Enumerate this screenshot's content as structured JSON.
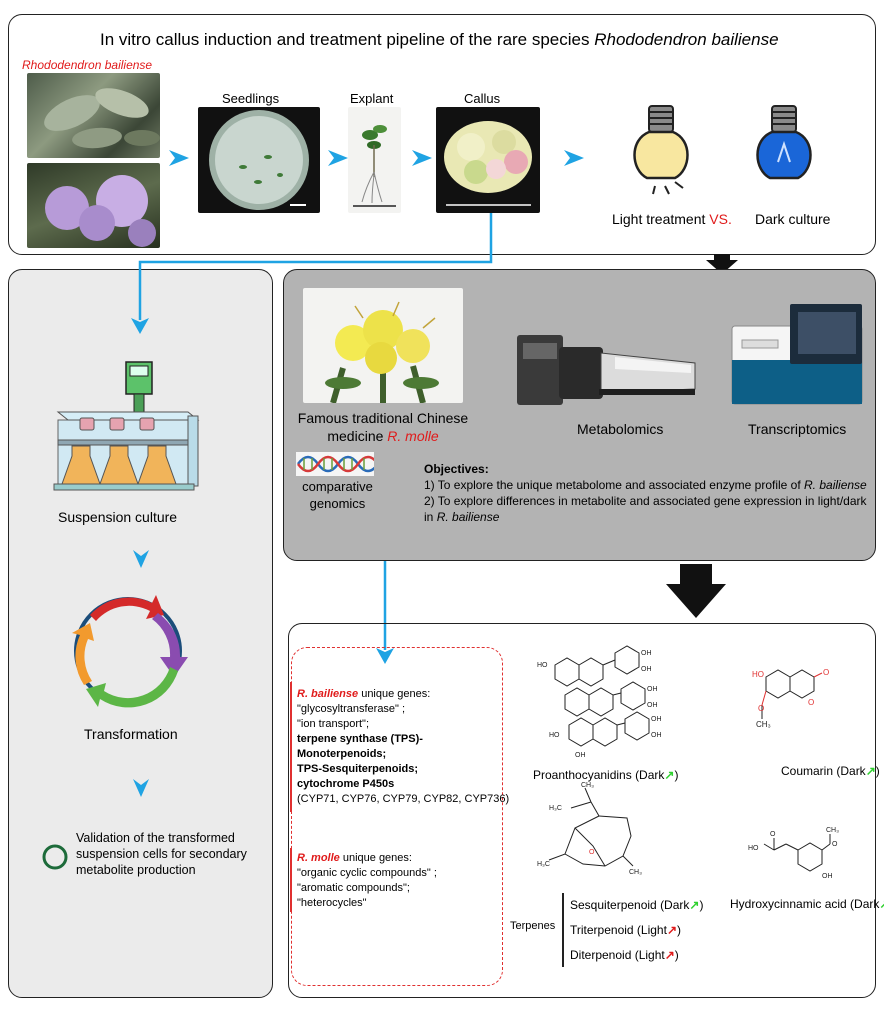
{
  "top": {
    "title_prefix": "In vitro callus induction and treatment pipeline of the rare species ",
    "title_species": "Rhododendron bailiense",
    "species_label": "Rhododendron bailiense",
    "seedlings": "Seedlings",
    "explant": "Explant",
    "callus": "Callus",
    "light_treatment": "Light treatment",
    "vs": "VS.",
    "dark_culture": "Dark culture"
  },
  "left": {
    "suspension": "Suspension culture",
    "transformation": "Transformation",
    "validation_line1": "Validation of the transformed",
    "validation_line2": "suspension cells for secondary",
    "validation_line3": "metabolite production"
  },
  "omics": {
    "tcm_line1": "Famous traditional Chinese",
    "tcm_line2_prefix": "medicine ",
    "tcm_species": "R. molle",
    "metabolomics": "Metabolomics",
    "transcriptomics": "Transcriptomics",
    "comparative_line1": "comparative",
    "comparative_line2": "genomics",
    "objectives_title": "Objectives:",
    "obj1_text": "1) To explore the unique metabolome and associated enzyme profile of ",
    "obj1_species": "R. bailiense",
    "obj2_line1": "2) To explore differences in metabolite and associated gene expression in light/dark",
    "obj2_prefix": "in ",
    "obj2_species": "R. bailiense"
  },
  "genes": {
    "bailiense_species": "R. bailiense",
    "bailiense_suffix": " unique genes:",
    "b1": "\"glycosyltransferase\" ;",
    "b2": "\"ion transport\";",
    "b3": "terpene synthase (TPS)-",
    "b4": "Monoterpenoids;",
    "b5": "TPS-Sesquiterpenoids;",
    "b6": "cytochrome P450s",
    "b7": "(CYP71, CYP76, CYP79, CYP82, CYP736)",
    "molle_species": "R. molle",
    "molle_suffix": " unique genes:",
    "m1": "\"organic cyclic compounds\" ;",
    "m2": "\"aromatic compounds\";",
    "m3": "\"heterocycles\""
  },
  "compounds": {
    "proantho": "Proanthocyanidins (Dark",
    "coumarin": "Coumarin  (Dark",
    "sesqui": "Sesquiterpenoid (Dark",
    "triter": "Triterpenoid (Light",
    "diter": "Diterpenoid (Light",
    "terpenes": "Terpenes",
    "hydroxy": "Hydroxycinnamic acid (Dark",
    "close": ")",
    "up_color_dark": "#2fd12f",
    "up_color_light": "#e01b1b"
  }
}
